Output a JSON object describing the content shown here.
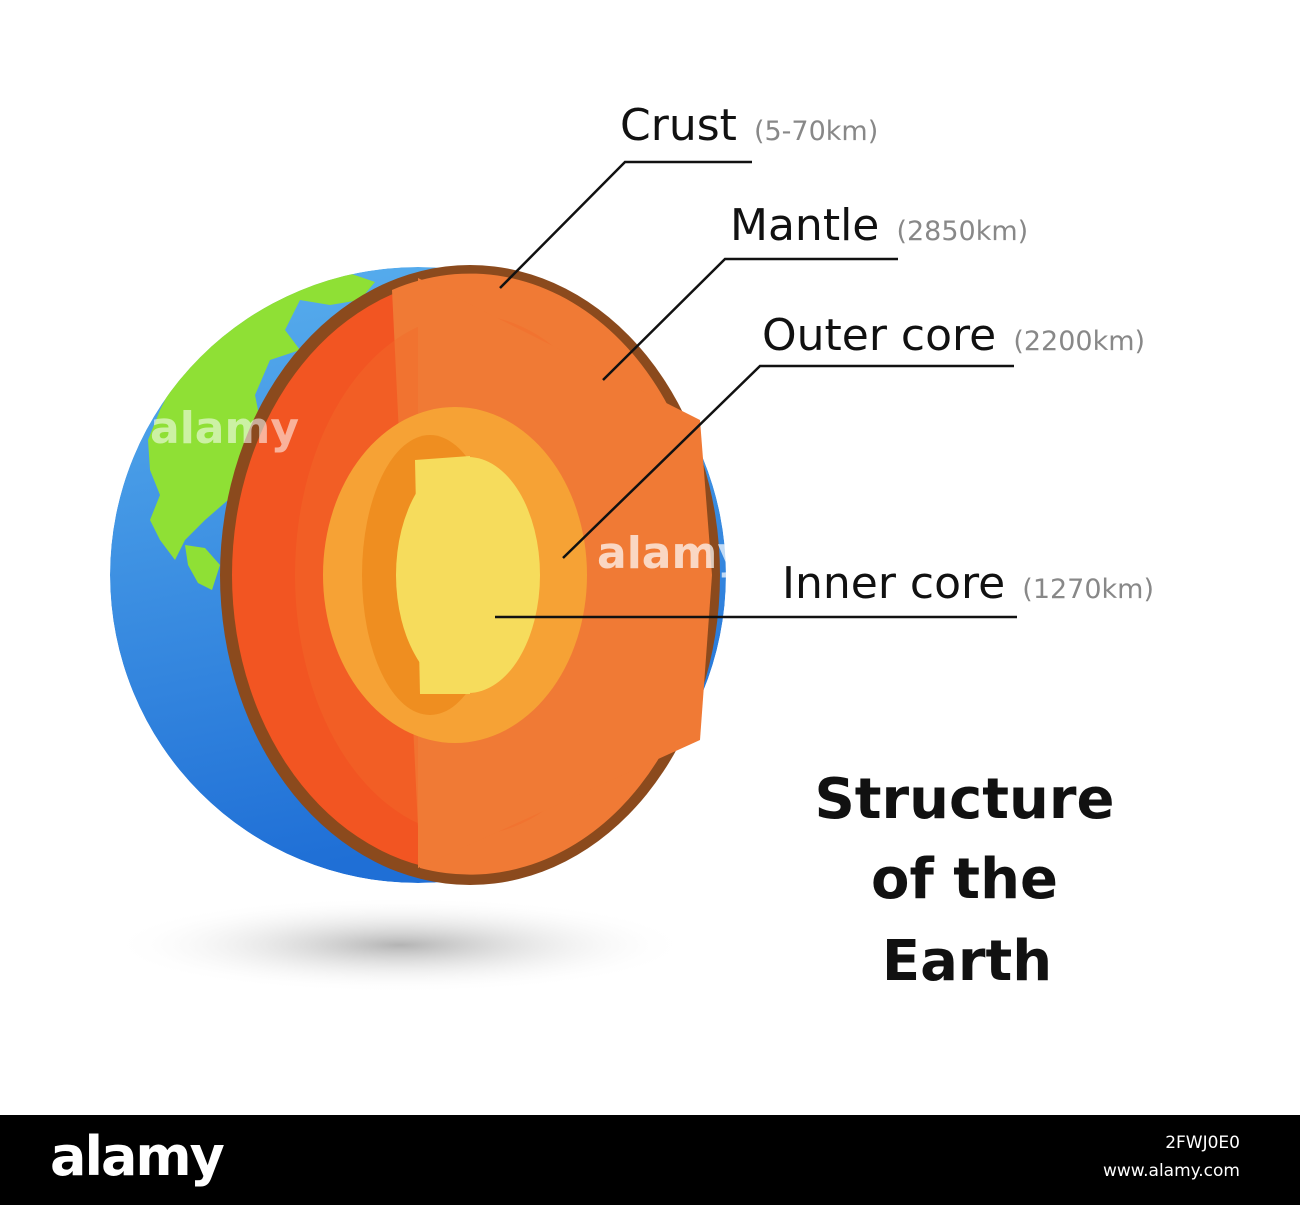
{
  "title": {
    "line1": "Structure",
    "line2": "of the",
    "line3": "Earth"
  },
  "layers": [
    {
      "name": "Crust",
      "depth": "(5-70km)"
    },
    {
      "name": "Mantle",
      "depth": "(2850km)"
    },
    {
      "name": "Outer core",
      "depth": "(2200km)"
    },
    {
      "name": "Inner core",
      "depth": "(1270km)"
    }
  ],
  "watermark": "alamy",
  "footer": {
    "brand": "alamy",
    "code_line1": "2FWJ0E0",
    "code_line2": "www.alamy.com"
  },
  "colors": {
    "ocean": "#3f8ee0",
    "land": "#8fe035",
    "crust": "#8b4a1d",
    "mantle_outer": "#f25522",
    "mantle": "#f07a35",
    "outer_core": "#f6a235",
    "inner_core": "#f6dc5c",
    "footer_bg": "#000000"
  }
}
